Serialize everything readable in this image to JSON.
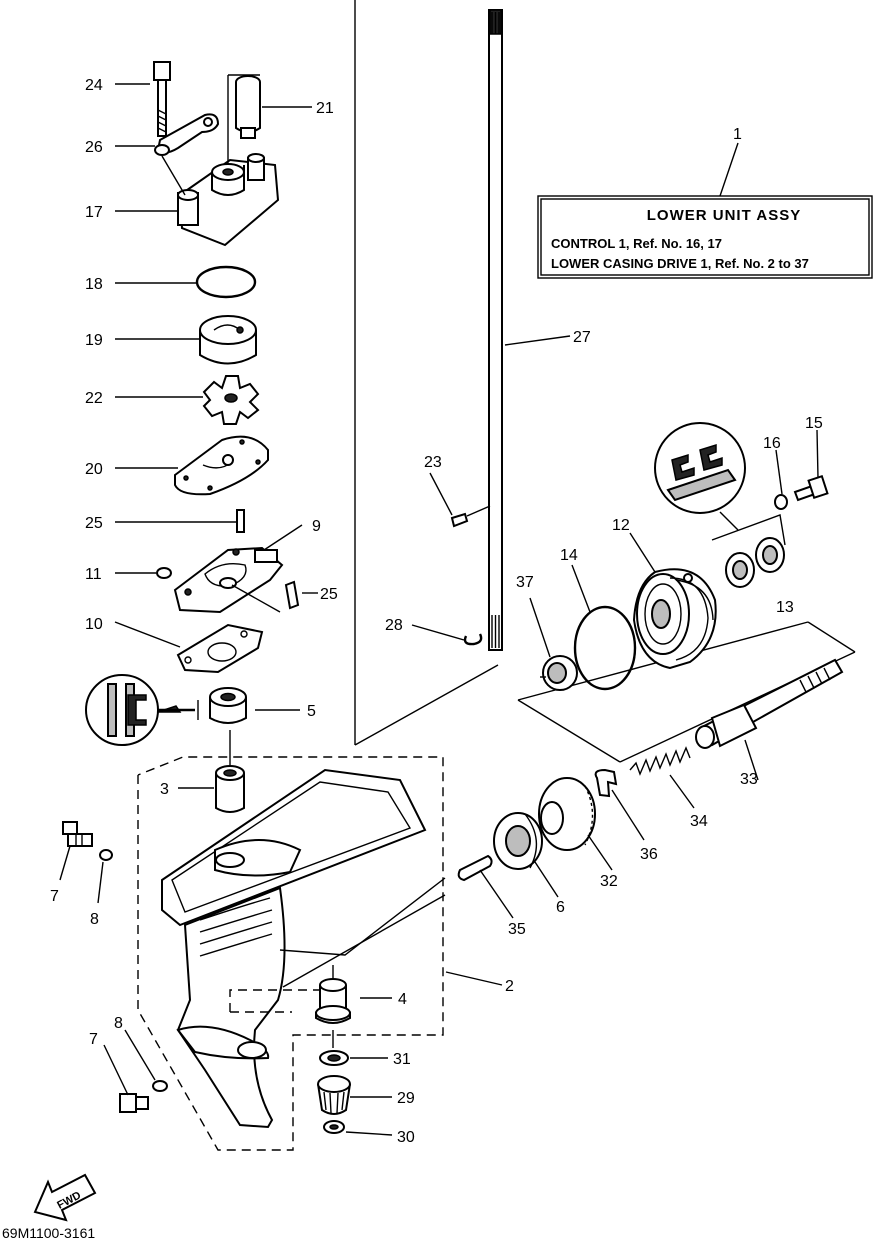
{
  "diagram_code": "69M1100-3161",
  "fwd_label": "FWD",
  "assy_box": {
    "title": "LOWER UNIT ASSY",
    "line1": "CONTROL 1, Ref. No. 16, 17",
    "line2": "LOWER CASING DRIVE 1, Ref. No. 2 to 37"
  },
  "labels": {
    "n1": "1",
    "n2": "2",
    "n3": "3",
    "n4": "4",
    "n5": "5",
    "n6": "6",
    "n7a": "7",
    "n7b": "7",
    "n8a": "8",
    "n8b": "8",
    "n9": "9",
    "n10": "10",
    "n11": "11",
    "n12": "12",
    "n13": "13",
    "n14": "14",
    "n15": "15",
    "n16": "16",
    "n17": "17",
    "n18": "18",
    "n19": "19",
    "n20": "20",
    "n21": "21",
    "n22": "22",
    "n23": "23",
    "n24": "24",
    "n25a": "25",
    "n25b": "25",
    "n26": "26",
    "n27": "27",
    "n28": "28",
    "n29": "29",
    "n30": "30",
    "n31": "31",
    "n32": "32",
    "n33": "33",
    "n34": "34",
    "n35": "35",
    "n36": "36",
    "n37": "37"
  }
}
